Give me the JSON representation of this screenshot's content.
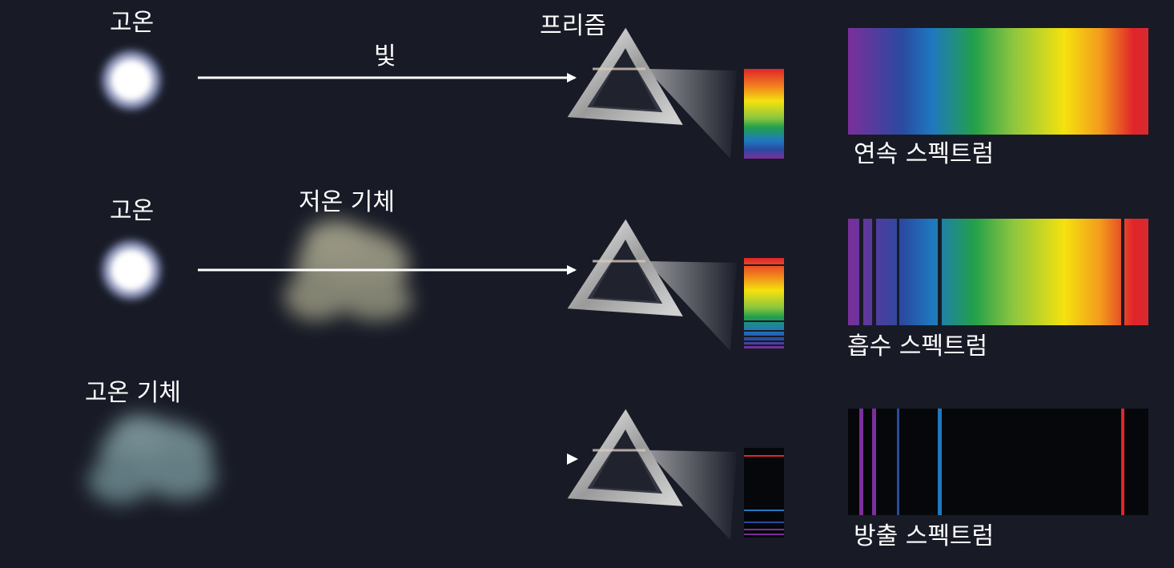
{
  "labels": {
    "hot_source_1": "고온",
    "hot_source_2": "고온",
    "hot_gas": "고온 기체",
    "cool_gas": "저온 기체",
    "light": "빛",
    "prism": "프리즘"
  },
  "spectra": {
    "continuous": {
      "label": "연속 스펙트럼"
    },
    "absorption": {
      "label": "흡수 스펙트럼"
    },
    "emission": {
      "label": "방출 스펙트럼"
    }
  },
  "colors": {
    "background": "#181b26",
    "text": "#ffffff",
    "emission_background": "#05070a",
    "purple": "#7b2f9b",
    "blue": "#2a4aa0",
    "cyan_blue": "#1f78c0",
    "red": "#e0252a"
  }
}
